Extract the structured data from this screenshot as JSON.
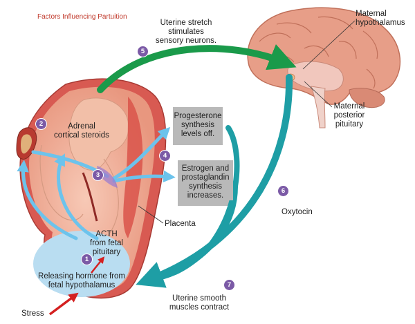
{
  "title": "Factors Influencing Partuition",
  "steps": {
    "s1": "1",
    "s2": "2",
    "s3": "3",
    "s4": "4",
    "s5": "5",
    "s6": "6",
    "s7": "7"
  },
  "labels": {
    "maternal_hypothalamus_1": "Maternal",
    "maternal_hypothalamus_2": "hypothalamus",
    "maternal_pituitary_1": "Maternal",
    "maternal_pituitary_2": "posterior",
    "maternal_pituitary_3": "pituitary",
    "uterine_stretch_1": "Uterine stretch",
    "uterine_stretch_2": "stimulates",
    "uterine_stretch_3": "sensory neurons.",
    "adrenal_1": "Adrenal",
    "adrenal_2": "cortical steroids",
    "progesterone_1": "Progesterone",
    "progesterone_2": "synthesis",
    "progesterone_3": "levels off.",
    "estrogen_1": "Estrogen and",
    "estrogen_2": "prostaglandin",
    "estrogen_3": "synthesis",
    "estrogen_4": "increases.",
    "oxytocin": "Oxytocin",
    "placenta": "Placenta",
    "acth_1": "ACTH",
    "acth_2": "from fetal",
    "acth_3": "pituitary",
    "releasing_1": "Releasing hormone from",
    "releasing_2": "fetal hypothalamus",
    "stress": "Stress",
    "smooth_1": "Uterine smooth",
    "smooth_2": "muscles contract"
  },
  "colors": {
    "green_arrow": "#1a9a4a",
    "teal_arrow": "#1e9ea5",
    "blue_arrow": "#6cc3ec",
    "step_badge": "#7b5aa6",
    "gray_box": "#b9b9b9",
    "title": "#c0392b"
  }
}
